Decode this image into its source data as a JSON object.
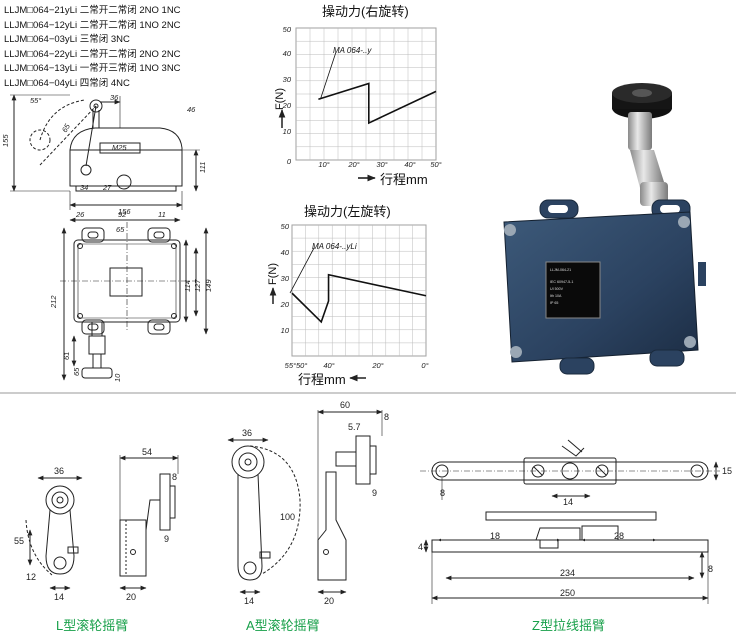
{
  "models": [
    "LLJM□064−21yLi 二常开二常闭 2NO 1NC",
    "LLJM□064−12yLi 二常开二常闭 1NO 2NC",
    "LLJM□064−03yLi 三常闭 3NC",
    "LLJM□064−22yLi 二常开二常闭 2NO 2NC",
    "LLJM□064−13yLi 一常开三常闭 1NO 3NC",
    "LLJM□064−04yLi 四常闭 4NC"
  ],
  "side_view": {
    "dims": [
      "155",
      "55°",
      "65",
      "36",
      "M25",
      "34",
      "27",
      "111",
      "46",
      "156"
    ]
  },
  "front_view": {
    "dims": [
      "26",
      "92",
      "11",
      "65",
      "212",
      "114",
      "127",
      "149",
      "61",
      "65",
      "10"
    ]
  },
  "chart_right": {
    "title": "操动力(右旋转)",
    "ylabel": "F(N)",
    "xlabel": "行程mm",
    "annotation": "MA 064-..y",
    "y_ticks": [
      "50",
      "40",
      "30",
      "20",
      "10",
      "0"
    ],
    "x_ticks": [
      "10°",
      "20°",
      "30°",
      "40°",
      "50°"
    ]
  },
  "chart_left": {
    "title": "操动力(左旋转)",
    "ylabel": "F(N)",
    "xlabel": "行程mm",
    "annotation": "MA 064-..yLi",
    "y_ticks": [
      "50",
      "40",
      "30",
      "20",
      "10"
    ],
    "x_ticks": [
      "55°50°",
      "40°",
      "20°",
      "0°"
    ]
  },
  "chart_data": [
    {
      "type": "line",
      "title": "操动力(右旋转)",
      "xlabel": "行程mm",
      "ylabel": "F(N)",
      "x": [
        8,
        26,
        26,
        50
      ],
      "y": [
        23,
        29,
        14,
        26
      ],
      "xlim": [
        0,
        50
      ],
      "ylim": [
        0,
        50
      ],
      "grid": true
    },
    {
      "type": "line",
      "title": "操动力(左旋转)",
      "xlabel": "行程mm",
      "ylabel": "F(N)",
      "x": [
        55,
        43,
        40,
        40,
        0
      ],
      "y": [
        24,
        13,
        21,
        31,
        23
      ],
      "xlim": [
        55,
        0
      ],
      "ylim": [
        0,
        50
      ],
      "grid": true
    }
  ],
  "photo": {
    "label_lines": [
      "LLJM-064-21",
      "IEC 60947-5-1",
      "UI 500V",
      "Ith 10A",
      "IP 65"
    ]
  },
  "arm_l": {
    "caption": "L型滚轮摇臂",
    "dims": [
      "36",
      "54",
      "55",
      "12",
      "14",
      "20",
      "8",
      "9"
    ]
  },
  "arm_a": {
    "caption": "A型滚轮摇臂",
    "dims": [
      "36",
      "60",
      "5.7",
      "8",
      "100",
      "14",
      "20",
      "9"
    ]
  },
  "arm_z": {
    "caption": "Z型拉线摇臂",
    "dims": [
      "15",
      "8",
      "14",
      "18",
      "28",
      "4",
      "234",
      "8",
      "250"
    ]
  }
}
